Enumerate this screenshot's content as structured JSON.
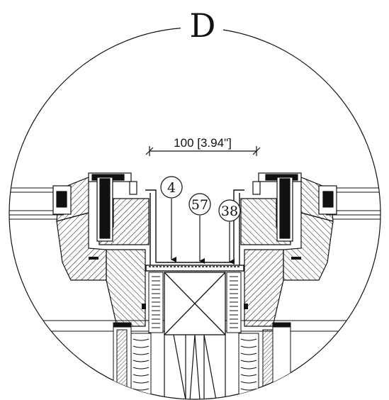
{
  "detail": {
    "letter": "D"
  },
  "dimension": {
    "label": "100 [3.94\"]"
  },
  "callouts": [
    {
      "id": "tag-4",
      "label": "4"
    },
    {
      "id": "tag-57",
      "label": "57"
    },
    {
      "id": "tag-38",
      "label": "38"
    }
  ],
  "colors": {
    "line": "#111111",
    "background": "#ffffff"
  }
}
